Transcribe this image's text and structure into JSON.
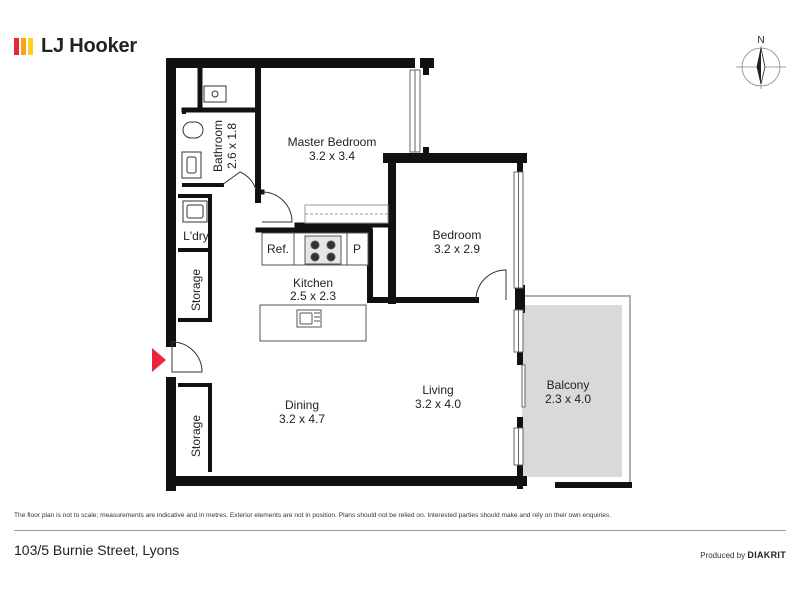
{
  "brand": {
    "name": "LJ Hooker",
    "colors": [
      "#e8253a",
      "#f9a21b",
      "#ffd21f"
    ]
  },
  "compass": {
    "north": "N"
  },
  "rooms": {
    "bathroom": {
      "name": "Bathroom",
      "dims": "2.6 x 1.8"
    },
    "master_bedroom": {
      "name": "Master Bedroom",
      "dims": "3.2 x 3.4"
    },
    "bedroom": {
      "name": "Bedroom",
      "dims": "3.2 x 2.9"
    },
    "laundry": {
      "name": "L'dry"
    },
    "storage_upper": {
      "name": "Storage"
    },
    "storage_lower": {
      "name": "Storage"
    },
    "fridge": {
      "name": "Ref."
    },
    "pantry": {
      "name": "P"
    },
    "kitchen": {
      "name": "Kitchen",
      "dims": "2.5 x 2.3"
    },
    "dining": {
      "name": "Dining",
      "dims": "3.2 x 4.7"
    },
    "living": {
      "name": "Living",
      "dims": "3.2 x 4.0"
    },
    "balcony": {
      "name": "Balcony",
      "dims": "2.3 x 4.0"
    }
  },
  "entry_marker_color": "#e8253a",
  "footer": {
    "disclaimer": "The floor plan is not to scale; measurements are indicative and in metres. Exterior elements are not in position. Plans should not be relied on. Interested parties should make and rely on their own enquiries.",
    "address": "103/5 Burnie Street, Lyons",
    "produced_by_label": "Produced by",
    "producer": "DIAKRIT"
  }
}
